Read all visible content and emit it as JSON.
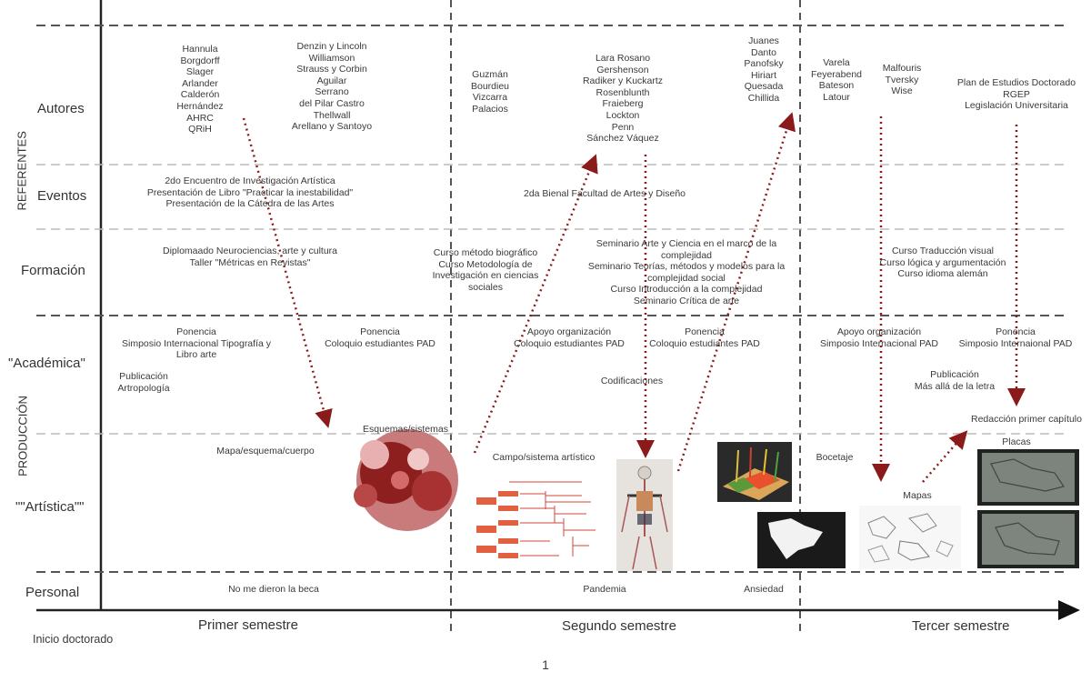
{
  "rows": {
    "autores": "Autores",
    "eventos": "Eventos",
    "formacion": "Formación",
    "academica": "\"Académica\"",
    "artistica": "\"\"Artística\"\"",
    "personal": "Personal"
  },
  "groups": {
    "referentes": "REFERENTES",
    "produccion": "PRODUCCIÓN"
  },
  "axis": {
    "start": "Inicio doctorado",
    "sem1": "Primer semestre",
    "sem2": "Segundo semestre",
    "sem3": "Tercer semestre"
  },
  "page_number": "1",
  "autores": {
    "a1": "Hannula\nBorgdorff\nSlager\nArlander\nCalderón\nHernández\nAHRC\nQRiH",
    "a2": "Denzin y Lincoln\nWilliamson\nStrauss y Corbin\nAguilar\nSerrano\ndel Pilar Castro\nThellwall\nArellano y Santoyo",
    "a3": "Guzmán\nBourdieu\nVizcarra\nPalacios",
    "a4": "Lara Rosano\nGershenson\nRadiker y Kuckartz\nRosenblunth\nFraieberg\nLockton\nPenn\nSánchez Váquez",
    "a5": "Juanes\nDanto\nPanofsky\nHiriart\nQuesada\nChillida",
    "a6": "Varela\nFeyerabend\nBateson\nLatour",
    "a7": "Malfouris\nTversky\nWise",
    "a8": "Plan de Estudios Doctorado\nRGEP\nLegislación Universitaria"
  },
  "eventos": {
    "e1": "2do Encuentro de Investigación Artística\nPresentación de Libro \"Practicar la inestabilidad\"\nPresentación de la Cátedra de las Artes",
    "e2": "2da Bienal Facultad de Artes y Diseño"
  },
  "formacion": {
    "f1": "Diplomaado Neurociencias, arte y cultura\nTaller \"Métricas en Revistas\"",
    "f2": "Curso método biográfico\nCurso Metodología de\nInvestigación en ciencias\nsociales",
    "f3": "Seminario Arte y Ciencia en el marco de la\ncomplejidad\nSeminario Teorías, métodos y modelos para la\ncomplejidad social\nCurso Introducción a la complejidad\nSeminario Crítica de arte",
    "f4": "Curso Traducción visual\nCurso lógica y argumentación\nCurso idioma alemán"
  },
  "academica": {
    "p1": "Ponencia\nSimposio Internacional Tipografía y\nLibro arte",
    "p2": "Ponencia\nColoquio estudiantes PAD",
    "p3": "Publicación\nArtropología",
    "p4": "Apoyo organización\nColoquio estudiantes PAD",
    "p5": "Ponencia\nColoquio estudiantes PAD",
    "p6": "Codificaciones",
    "p7": "Apoyo organización\nSimposio Internacional PAD",
    "p8": "Ponencia\nSimposio Internaional PAD",
    "p9": "Publicación\nMás allá de la letra",
    "p10": "Redacción primer capítulo"
  },
  "artistica": {
    "r1": "Mapa/esquema/cuerpo",
    "r2": "Esquemas/sistemas",
    "r3": "Campo/sistema artístico",
    "r4": "Bocetaje",
    "r5": "Mapas",
    "r6": "Placas"
  },
  "personal": {
    "s1": "No me dieron la beca",
    "s2": "Pandemia",
    "s3": "Ansiedad"
  },
  "colors": {
    "arrow": "#8b1a1a",
    "grid": "#555555",
    "grid_light": "#bbbbbb"
  }
}
